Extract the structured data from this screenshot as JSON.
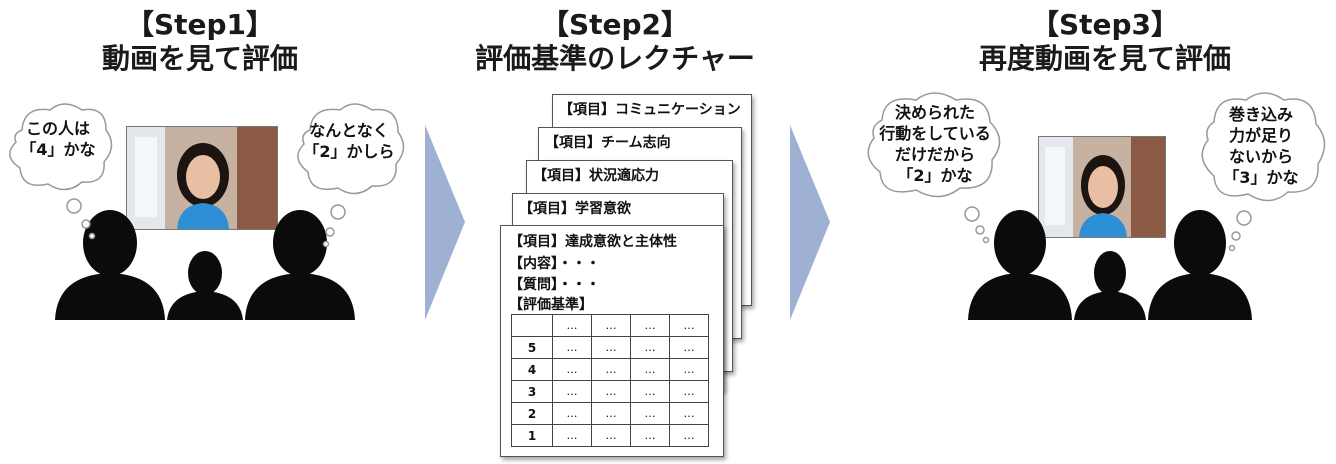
{
  "steps": [
    {
      "label": "【Step1】",
      "caption": "動画を見て評価"
    },
    {
      "label": "【Step2】",
      "caption": "評価基準のレクチャー"
    },
    {
      "label": "【Step3】",
      "caption": "再度動画を見て評価"
    }
  ],
  "step1": {
    "bubble_left": [
      "この人は",
      "「4」かな"
    ],
    "bubble_right": [
      "なんとなく",
      "「2」かしら"
    ]
  },
  "step3": {
    "bubble_left": [
      "決められた",
      "行動をしている",
      "だけだから",
      "「2」かな"
    ],
    "bubble_right": [
      "巻き込み",
      "力が足り",
      "ないから",
      "「3」かな"
    ]
  },
  "cards": [
    "【項目】コミュニケーション",
    "【項目】チーム志向",
    "【項目】状況適応力",
    "【項目】学習意欲"
  ],
  "front_card": {
    "item": "【項目】達成意欲と主体性",
    "content": "【内容】・・・",
    "question": "【質問】・・・",
    "criteria": "【評価基準】",
    "header_cells": [
      "",
      "…",
      "…",
      "…",
      "…"
    ],
    "rows": [
      {
        "score": "5",
        "cells": [
          "…",
          "…",
          "…",
          "…"
        ]
      },
      {
        "score": "4",
        "cells": [
          "…",
          "…",
          "…",
          "…"
        ]
      },
      {
        "score": "3",
        "cells": [
          "…",
          "…",
          "…",
          "…"
        ]
      },
      {
        "score": "2",
        "cells": [
          "…",
          "…",
          "…",
          "…"
        ]
      },
      {
        "score": "1",
        "cells": [
          "…",
          "…",
          "…",
          "…"
        ]
      }
    ]
  },
  "colors": {
    "arrow": "#9fb1d2",
    "text": "#111111",
    "silhouette": "#0b0b0b"
  }
}
